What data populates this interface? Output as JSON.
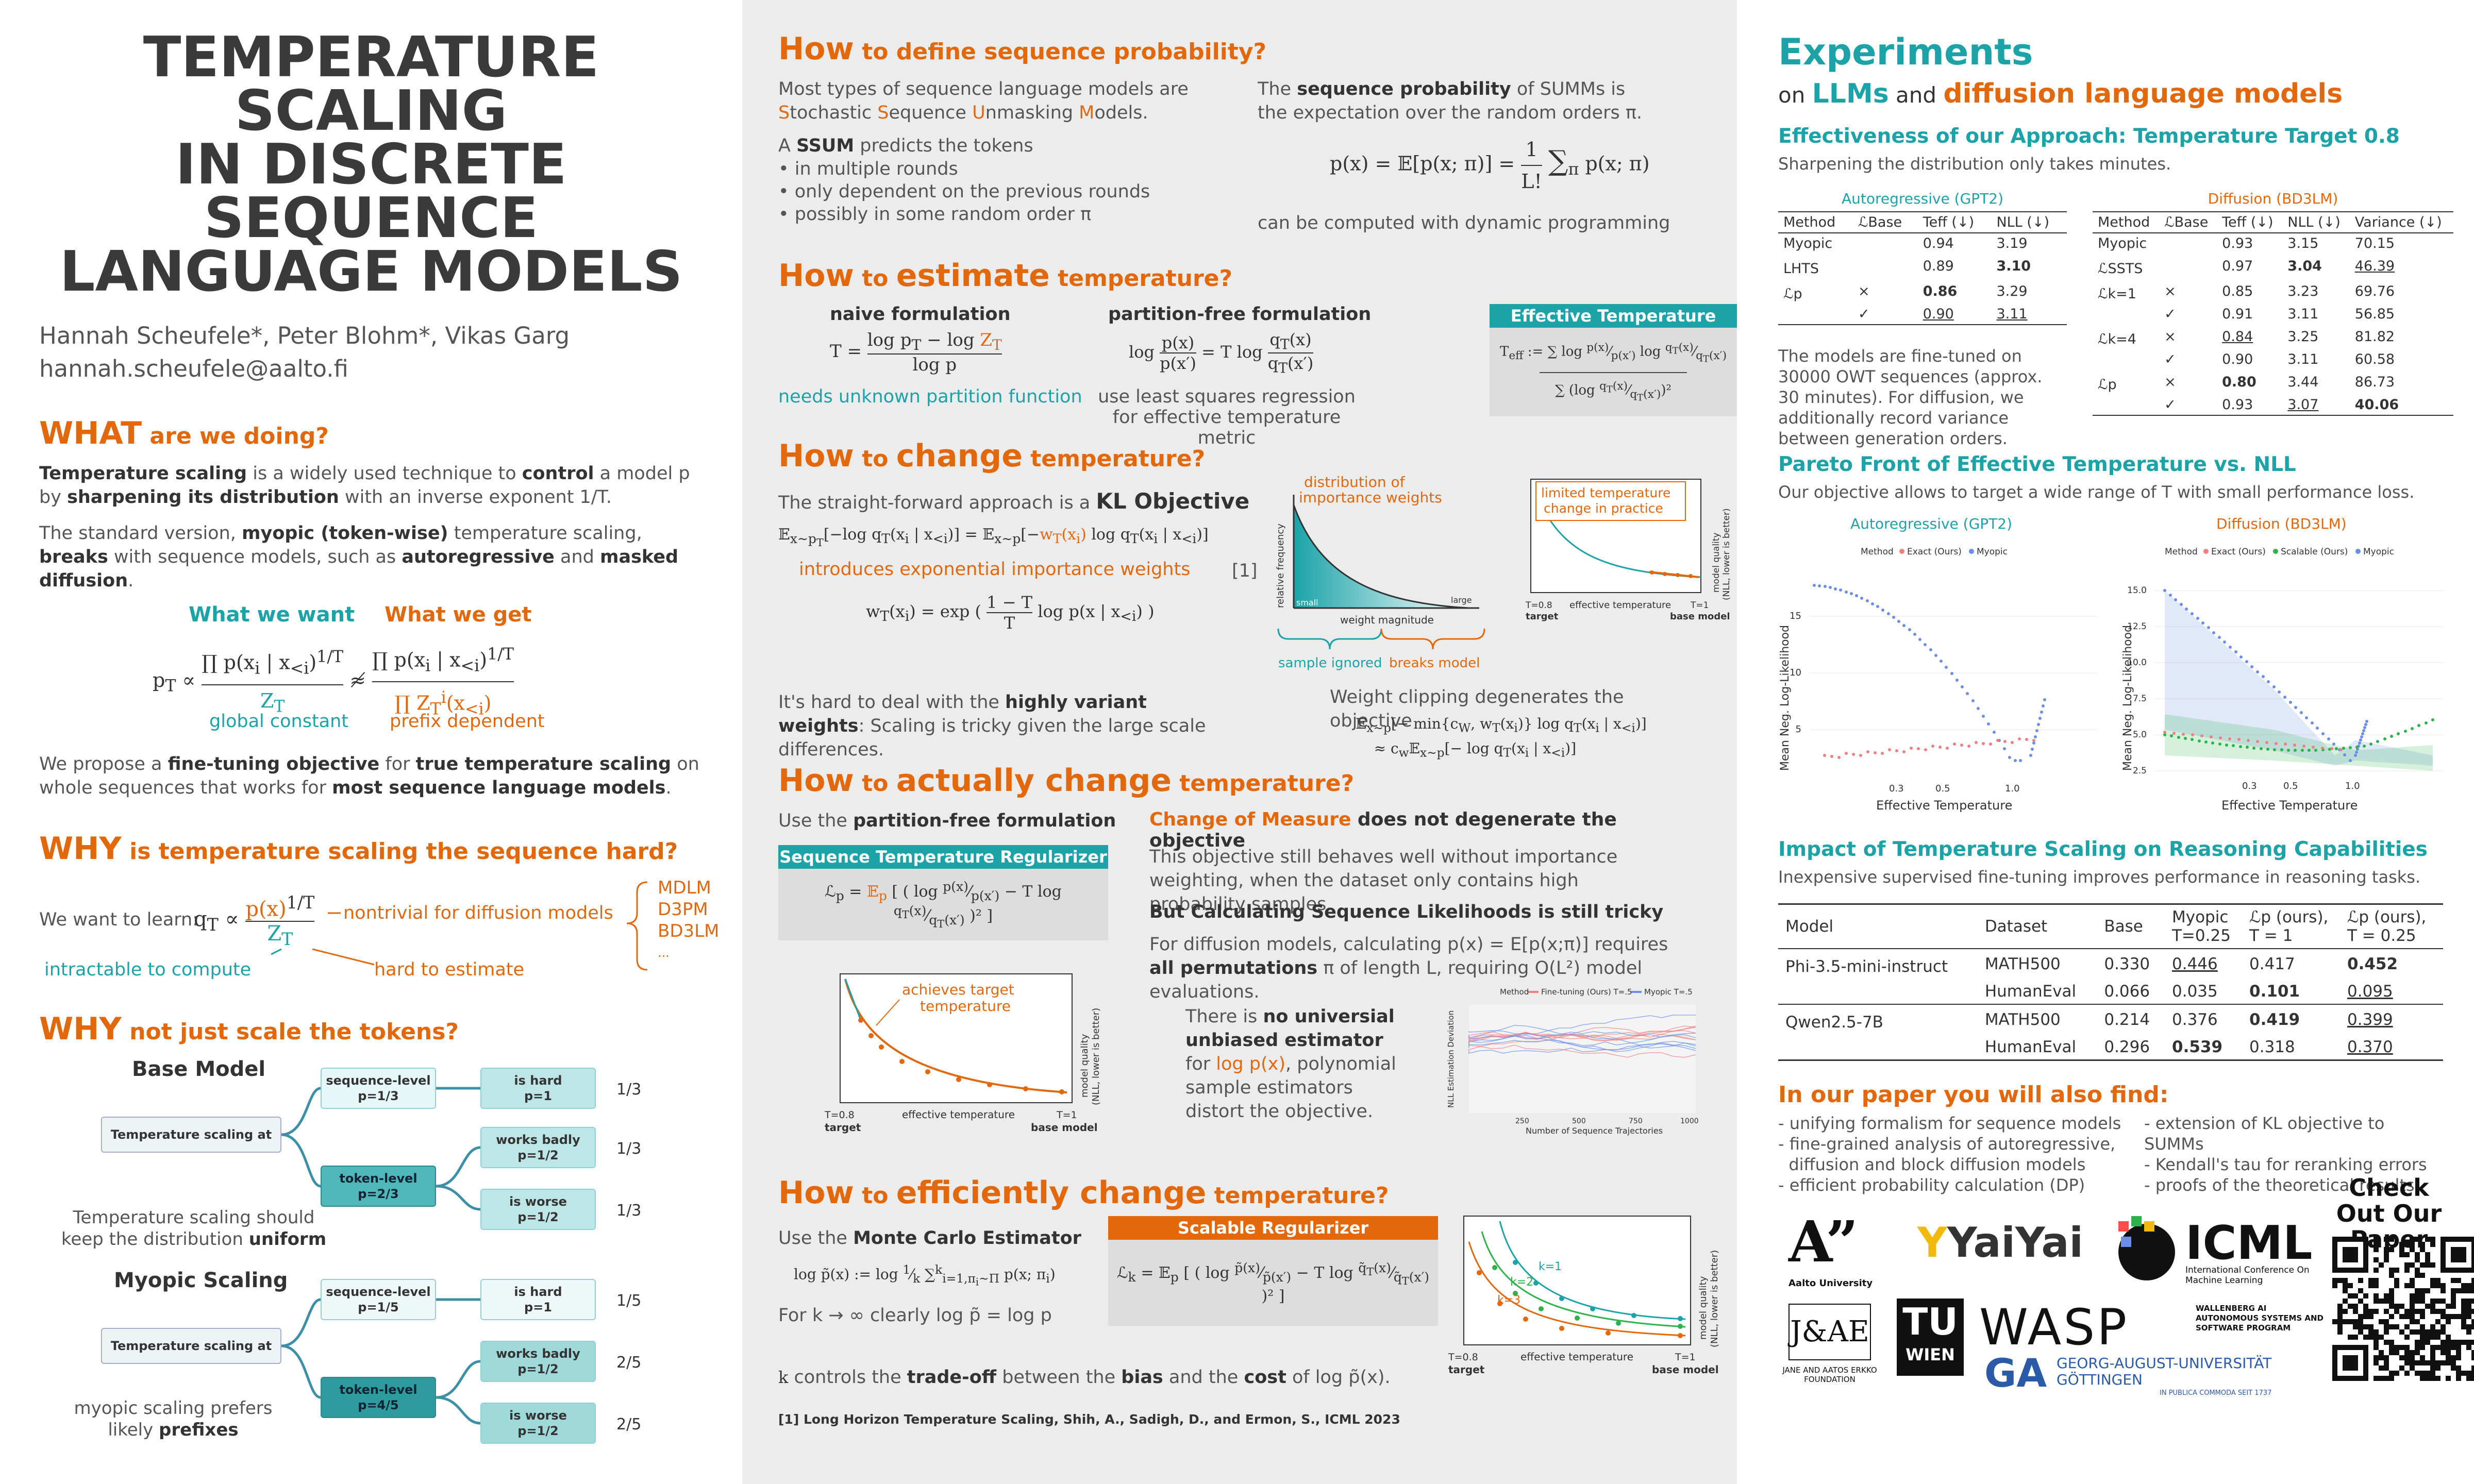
{
  "title": "TEMPERATURE SCALING IN DISCRETE SEQUENCE LANGUAGE MODELS",
  "title_lines": [
    "TEMPERATURE SCALING",
    "IN DISCRETE SEQUENCE",
    "LANGUAGE MODELS"
  ],
  "authors": "Hannah Scheufele*, Peter Blohm*, Vikas Garg",
  "email": "hannah.scheufele@aalto.fi",
  "what": {
    "h_big": "WHAT",
    "h_small": " are we doing?",
    "p1": [
      "Temperature scaling",
      " is a widely used technique to ",
      "control",
      " a model p by ",
      "sharpening its distribution",
      " with an inverse exponent 1/T."
    ],
    "p2": [
      "The standard version, ",
      "myopic (token-wise)",
      " temperature scaling, ",
      "breaks",
      " with sequence models, such as ",
      "autoregressive",
      " and ",
      "masked diffusion",
      "."
    ],
    "want": "What we want",
    "get": "What we get",
    "global": "global constant",
    "prefix": "prefix dependent",
    "p3": [
      "We propose a ",
      "fine-tuning objective",
      " for ",
      "true temperature scaling",
      " on whole sequences that works for ",
      "most sequence language models",
      "."
    ]
  },
  "why1": {
    "h_big": "WHY",
    "h_small": " is temperature scaling the sequence hard?",
    "learn": "We want to learn:",
    "nontrivial": "nontrivial for diffusion models",
    "intractable": "intractable to compute",
    "hard": "hard to estimate",
    "models": [
      "MDLM",
      "D3PM",
      "BD3LM",
      "..."
    ]
  },
  "why2": {
    "h_big": "WHY",
    "h_small": " not just scale the tokens?",
    "base_title": "Base Model",
    "myopic_title": "Myopic Scaling",
    "ts": "Temperature scaling at",
    "base": {
      "seq": [
        "sequence-level",
        "p=1/3"
      ],
      "tok": [
        "token-level",
        "p=2/3"
      ],
      "leaves": [
        [
          "is hard",
          "p=1"
        ],
        [
          "works badly",
          "p=1/2"
        ],
        [
          "is worse",
          "p=1/2"
        ]
      ],
      "fracs": [
        "1/3",
        "1/3",
        "1/3"
      ]
    },
    "myo": {
      "seq": [
        "sequence-level",
        "p=1/5"
      ],
      "tok": [
        "token-level",
        "p=4/5"
      ],
      "leaves": [
        [
          "is hard",
          "p=1"
        ],
        [
          "works badly",
          "p=1/2"
        ],
        [
          "is worse",
          "p=1/2"
        ]
      ],
      "fracs": [
        "1/5",
        "2/5",
        "2/5"
      ]
    },
    "note1": "Temperature scaling should keep the distribution ",
    "note1b": "uniform",
    "note2": "myopic scaling prefers likely ",
    "note2b": "prefixes"
  },
  "define": {
    "h_big": "How",
    "h_small": " to define sequence probability?",
    "l1": [
      "Most types of sequence language models are ",
      "S",
      "tochastic ",
      "S",
      "equence ",
      "U",
      "nmasking ",
      "M",
      "odels."
    ],
    "l2": [
      "A ",
      "SSUM",
      " predicts the tokens"
    ],
    "bullets": [
      "• in multiple rounds",
      "• only dependent on the previous rounds",
      "• possibly in some random order π"
    ],
    "r1": [
      "The ",
      "sequence probability",
      " of SUMMs is the expectation over the random orders  π."
    ],
    "r2": "can be computed with dynamic programming"
  },
  "estimate": {
    "h_big": "How",
    "h_small": " to ",
    "h_big2": "estimate",
    "h_small2": " temperature?",
    "naive": "naive formulation",
    "pf": "partition-free formulation",
    "unknown": "needs unknown partition function",
    "lsq": "use least squares regression for effective temperature metric",
    "eff": "Effective Temperature"
  },
  "change": {
    "h_big": "How",
    "h_small": " to ",
    "h_big2": "change",
    "h_small2": " temperature?",
    "approach": "The straight-forward approach is a ",
    "kl": "KL Objective",
    "introduces": "introduces exponential importance weights",
    "ref": "[1]",
    "variant": [
      "It's hard to deal with the ",
      "highly variant weights",
      ": Scaling is tricky given the large scale differences."
    ],
    "clip": "Weight clipping degenerates the objective",
    "chart1": {
      "title": "distribution of importance weights",
      "ylab": "relative frequency",
      "xlab": "weight magnitude",
      "small": "small",
      "large": "large",
      "ignored": "sample ignored",
      "breaks": "breaks model"
    },
    "chart2": {
      "title": "limited temperature change in practice",
      "ylab": "model quality (NLL, lower is better)",
      "xlab": "effective temperature",
      "t08": "T=0.8",
      "target": "target",
      "t1": "T=1",
      "base": "base model"
    }
  },
  "actually": {
    "h_big": "How",
    "h_small": " to ",
    "h_big2": "actually change",
    "h_small2": " temperature?",
    "use": [
      "Use the ",
      "partition-free formulation"
    ],
    "reg": "Sequence Temperature Regularizer",
    "com": [
      "Change of Measure",
      " does not degenerate the objective"
    ],
    "com_p": "This objective still behaves well without importance weighting, when the dataset only contains high probability samples.",
    "tricky": "But Calculating Sequence Likelihoods is still tricky",
    "diff_p": [
      "For diffusion models, calculating  p(x) = E[p(x;π)] requires ",
      "all permutations",
      " π of length L, requiring O(L²) model evaluations."
    ],
    "noest": [
      "There is ",
      "no universial unbiased estimator",
      " for ",
      "log p(x)",
      ", polynomial sample estimators distort the objective."
    ],
    "chart": {
      "achieves": "achieves target temperature",
      "ylab": "model quality (NLL, lower is better)",
      "xlab": "effective temperature",
      "t08": "T=0.8",
      "target": "target",
      "t1": "T=1",
      "base": "base model"
    },
    "chart2": {
      "method": "Method",
      "ft": "Fine-tuning (Ours) T=.5",
      "my": "Myopic T=.5",
      "ylab": "NLL Estimation Deviation",
      "xlab": "Number of Sequence Trajectories",
      "xticks": [
        "250",
        "500",
        "750",
        "1000"
      ]
    }
  },
  "efficient": {
    "h_big": "How",
    "h_small": " to ",
    "h_big2": "efficiently change",
    "h_small2": " temperature?",
    "use": [
      "Use the ",
      "Monte Carlo Estimator"
    ],
    "reg": "Scalable Regularizer",
    "limit": "For  k → ∞  clearly log p̃ = log p",
    "k": [
      "k",
      " controls the ",
      "trade-off",
      " between the ",
      "bias",
      " and the ",
      "cost",
      " of log p̃(x)."
    ],
    "chart": {
      "k1": "k=1",
      "k2": "k=2",
      "k3": "k=3",
      "ylab": "model quality (NLL, lower is better)",
      "xlab": "effective temperature",
      "t08": "T=0.8",
      "target": "target",
      "t1": "T=1",
      "base": "base model"
    }
  },
  "reference": "[1] Long Horizon Temperature Scaling, Shih, A., Sadigh, D.,  and Ermon, S., ICML 2023",
  "exp": {
    "title": "Experiments",
    "sub": [
      "on ",
      "LLMs",
      " and ",
      "diffusion language models"
    ],
    "eff_title": "Effectiveness of our Approach: Temperature Target 0.8",
    "eff_sub": "Sharpening the distribution only takes minutes.",
    "ar_title": "Autoregressive (GPT2)",
    "diff_title": "Diffusion (BD3LM)",
    "ar_head": [
      "Method",
      "ℒBase",
      "Teff (↓)",
      "NLL (↓)"
    ],
    "ar_rows": [
      [
        "Myopic",
        "",
        "0.94",
        "3.19"
      ],
      [
        "LHTS",
        "",
        "0.89",
        "3.10"
      ],
      [
        "ℒp",
        "×",
        "0.86",
        "3.29"
      ],
      [
        "",
        "✓",
        "0.90",
        "3.11"
      ]
    ],
    "diff_head": [
      "Method",
      "ℒBase",
      "Teff (↓)",
      "NLL (↓)",
      "Variance (↓)"
    ],
    "diff_rows": [
      [
        "Myopic",
        "",
        "0.93",
        "3.15",
        "70.15"
      ],
      [
        "ℒSSTS",
        "",
        "0.97",
        "3.04",
        "46.39"
      ],
      [
        "ℒk=1",
        "×",
        "0.85",
        "3.23",
        "69.76"
      ],
      [
        "",
        "✓",
        "0.91",
        "3.11",
        "56.85"
      ],
      [
        "ℒk=4",
        "×",
        "0.84",
        "3.25",
        "81.82"
      ],
      [
        "",
        "✓",
        "0.90",
        "3.11",
        "60.58"
      ],
      [
        "ℒp",
        "×",
        "0.80",
        "3.44",
        "86.73"
      ],
      [
        "",
        "✓",
        "0.93",
        "3.07",
        "40.06"
      ]
    ],
    "ft_note": "The models are fine-tuned on 30000 OWT sequences (approx. 30 minutes). For diffusion, we additionally record variance between generation orders.",
    "pareto_title": "Pareto Front of Effective Temperature vs. NLL",
    "pareto_sub": "Our objective allows to target a wide range of T with small performance loss.",
    "p_ar": {
      "title": "Autoregressive (GPT2)",
      "method": "Method",
      "exact": "Exact (Ours)",
      "myopic": "Myopic",
      "ylab": "Mean Neg. Log-Likelihood",
      "xlab": "Effective Temperature",
      "xticks": [
        "0.3",
        "0.5",
        "1.0"
      ],
      "yticks": [
        "5",
        "10",
        "15"
      ]
    },
    "p_diff": {
      "title": "Diffusion (BD3LM)",
      "method": "Method",
      "exact": "Exact (Ours)",
      "scalable": "Scalable (Ours)",
      "myopic": "Myopic",
      "ylab": "Mean Neg. Log-Likelihood",
      "xlab": "Effective Temperature",
      "xticks": [
        "0.3",
        "0.5",
        "1.0"
      ],
      "yticks": [
        "2.5",
        "5.0",
        "7.5",
        "10.0",
        "12.5",
        "15.0"
      ]
    },
    "reason_title": "Impact of Temperature Scaling on Reasoning Capabilities",
    "reason_sub": "Inexpensive supervised fine-tuning improves performance in reasoning tasks.",
    "r_head": [
      "Model",
      "Dataset",
      "Base",
      "Myopic T=0.25",
      "ℒp (ours), T = 1",
      "ℒp (ours), T = 0.25"
    ],
    "r_rows": [
      [
        "Phi-3.5-mini-instruct",
        "MATH500",
        "0.330",
        "0.446",
        "0.417",
        "0.452"
      ],
      [
        "",
        "HumanEval",
        "0.066",
        "0.035",
        "0.101",
        "0.095"
      ],
      [
        "Qwen2.5-7B",
        "MATH500",
        "0.214",
        "0.376",
        "0.419",
        "0.399"
      ],
      [
        "",
        "HumanEval",
        "0.296",
        "0.539",
        "0.318",
        "0.370"
      ]
    ],
    "also_title": "In our paper you will also find:",
    "also_l": [
      "- unifying formalism for sequence models",
      "- fine-grained analysis of autoregressive,",
      "  diffusion and block diffusion models",
      "- efficient probability calculation (DP)"
    ],
    "also_r": [
      "- extension of KL objective to SUMMs",
      "- Kendall's tau for reranking errors",
      "- proofs of the theoretical results"
    ],
    "check": "Check Out Our Paper",
    "logos": {
      "aalto": "A”",
      "aalto_name": "Aalto University",
      "yaiyai": "YaiYai",
      "icml": "ICML",
      "icml_sub": "International Conference On Machine Learning",
      "jae": "J&AE",
      "jae_sub": "JANE AND AATOS ERKKO FOUNDATION",
      "tu": "TU",
      "wien": "WIEN",
      "wasp": "WASP",
      "wasp_sub": "WALLENBERG AI AUTONOMOUS SYSTEMS AND SOFTWARE PROGRAM",
      "ga": "GA",
      "goe": "GEORG-AUGUST-UNIVERSITÄT GÖTTINGEN",
      "goe_sub": "IN PUBLICA COMMODA SEIT 1737"
    }
  }
}
